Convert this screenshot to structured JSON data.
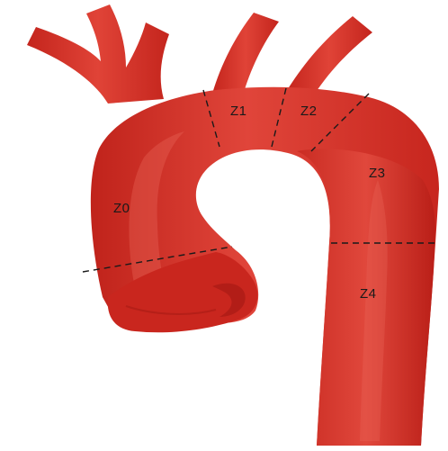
{
  "colors": {
    "background": "#ffffff",
    "vessel": "#d42a22",
    "vessel_dark": "#b61d17",
    "vessel_highlight": "#e8574a",
    "boundary_line": "#1a1a1a",
    "label_text": "#1a1a1a"
  },
  "zones": [
    {
      "label": "Z0"
    },
    {
      "label": "Z1"
    },
    {
      "label": "Z2"
    },
    {
      "label": "Z3"
    },
    {
      "label": "Z4"
    }
  ]
}
